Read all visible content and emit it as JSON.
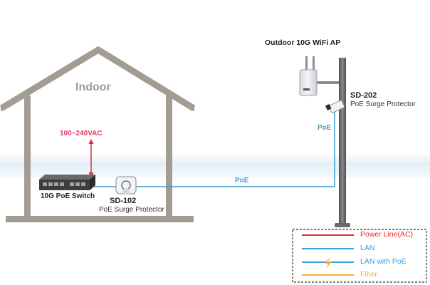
{
  "house": {
    "title": "Indoor"
  },
  "ap": {
    "title": "Outdoor 10G WiFi AP"
  },
  "voltage": "100~240VAC",
  "switch": {
    "label": "10G PoE Switch"
  },
  "protector_indoor": {
    "model": "SD-102",
    "desc": "PoE Surge Protector"
  },
  "protector_outdoor": {
    "model": "SD-202",
    "desc": "PoE Surge Protector"
  },
  "links": {
    "poe_horizontal": "PoE",
    "poe_vertical": "PoE"
  },
  "legend": {
    "items": [
      {
        "label": "Power Line(AC)",
        "color": "#e0302e",
        "icon": ""
      },
      {
        "label": "LAN",
        "color": "#3a9fd6",
        "icon": ""
      },
      {
        "label": "LAN with PoE",
        "color": "#3a9fd6",
        "icon": "lightning-icon"
      },
      {
        "label": "Fiber",
        "color": "#f2b230",
        "icon": ""
      }
    ]
  },
  "colors": {
    "house_line": "#a39c93",
    "title_text": "#a39c93",
    "voltage_text": "#e0406a",
    "lan": "#3a9fd6",
    "power": "#e0302e",
    "fiber": "#f2b230",
    "pole": "#666666"
  }
}
